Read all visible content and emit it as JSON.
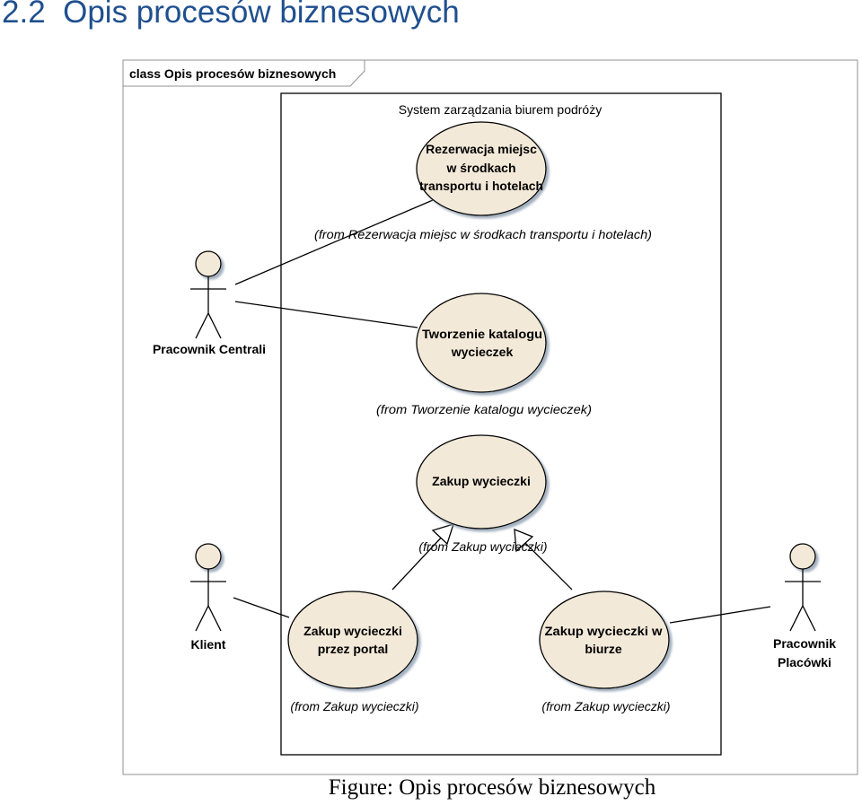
{
  "section": {
    "number": "2.2",
    "title": "Opis procesów biznesowych"
  },
  "frame": {
    "label": "class Opis procesów biznesowych"
  },
  "system": {
    "title": "System zarządzania biurem podróży"
  },
  "actors": {
    "central": {
      "label": "Pracownik Centrali"
    },
    "client": {
      "label": "Klient"
    },
    "branch": {
      "line1": "Pracownik",
      "line2": "Placówki"
    }
  },
  "usecases": {
    "rezerwacja": {
      "line1": "Rezerwacja miejsc",
      "line2": "w środkach",
      "line3": "transportu i hotelach",
      "from": "(from Rezerwacja miejsc w środkach transportu i hotelach)"
    },
    "katalog": {
      "line1": "Tworzenie katalogu",
      "line2": "wycieczek",
      "from": "(from Tworzenie katalogu wycieczek)"
    },
    "zakup": {
      "line1": "Zakup wycieczki",
      "from": "(from Zakup wycieczki)"
    },
    "portal": {
      "line1": "Zakup wycieczki",
      "line2": "przez portal",
      "from": "(from Zakup wycieczki)"
    },
    "biuro": {
      "line1": "Zakup wycieczki w",
      "line2": "biurze",
      "from": "(from Zakup wycieczki)"
    }
  },
  "caption": {
    "text": "Figure: Opis procesów biznesowych"
  },
  "colors": {
    "usecase_fill": "#f3e9d8",
    "heading": "#1f4f8f",
    "shadow": "#aab8c8"
  }
}
